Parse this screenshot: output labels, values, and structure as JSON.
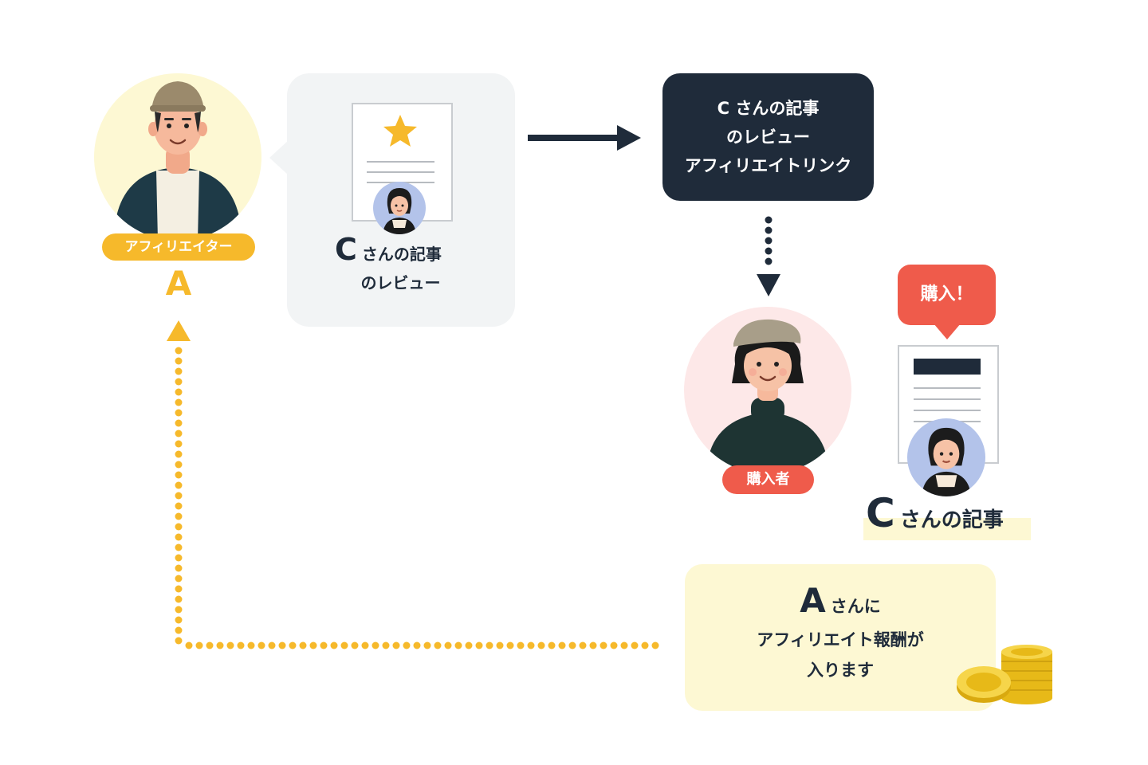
{
  "affiliator": {
    "role_label": "アフィリエイター",
    "letter": "A"
  },
  "review_card": {
    "letter": "C",
    "line1_suffix": "さんの記事",
    "line2": "のレビュー"
  },
  "link_box": {
    "line1": "C さんの記事",
    "line2": "のレビュー",
    "line3": "アフィリエイトリンク"
  },
  "buyer": {
    "role_label": "購入者"
  },
  "purchase_bubble": {
    "text": "購入！"
  },
  "article_c": {
    "letter": "C",
    "suffix": "さんの記事"
  },
  "reward_box": {
    "letter": "A",
    "line1_suffix": "さんに",
    "line2": "アフィリエイト報酬が",
    "line3": "入ります"
  },
  "colors": {
    "navy": "#1f2b3a",
    "yellow": "#f6b92b",
    "light_yellow": "#fdf8d3",
    "pink_bg": "#fde8e8",
    "red": "#ef5b4b",
    "gray_panel": "#f2f4f5"
  }
}
